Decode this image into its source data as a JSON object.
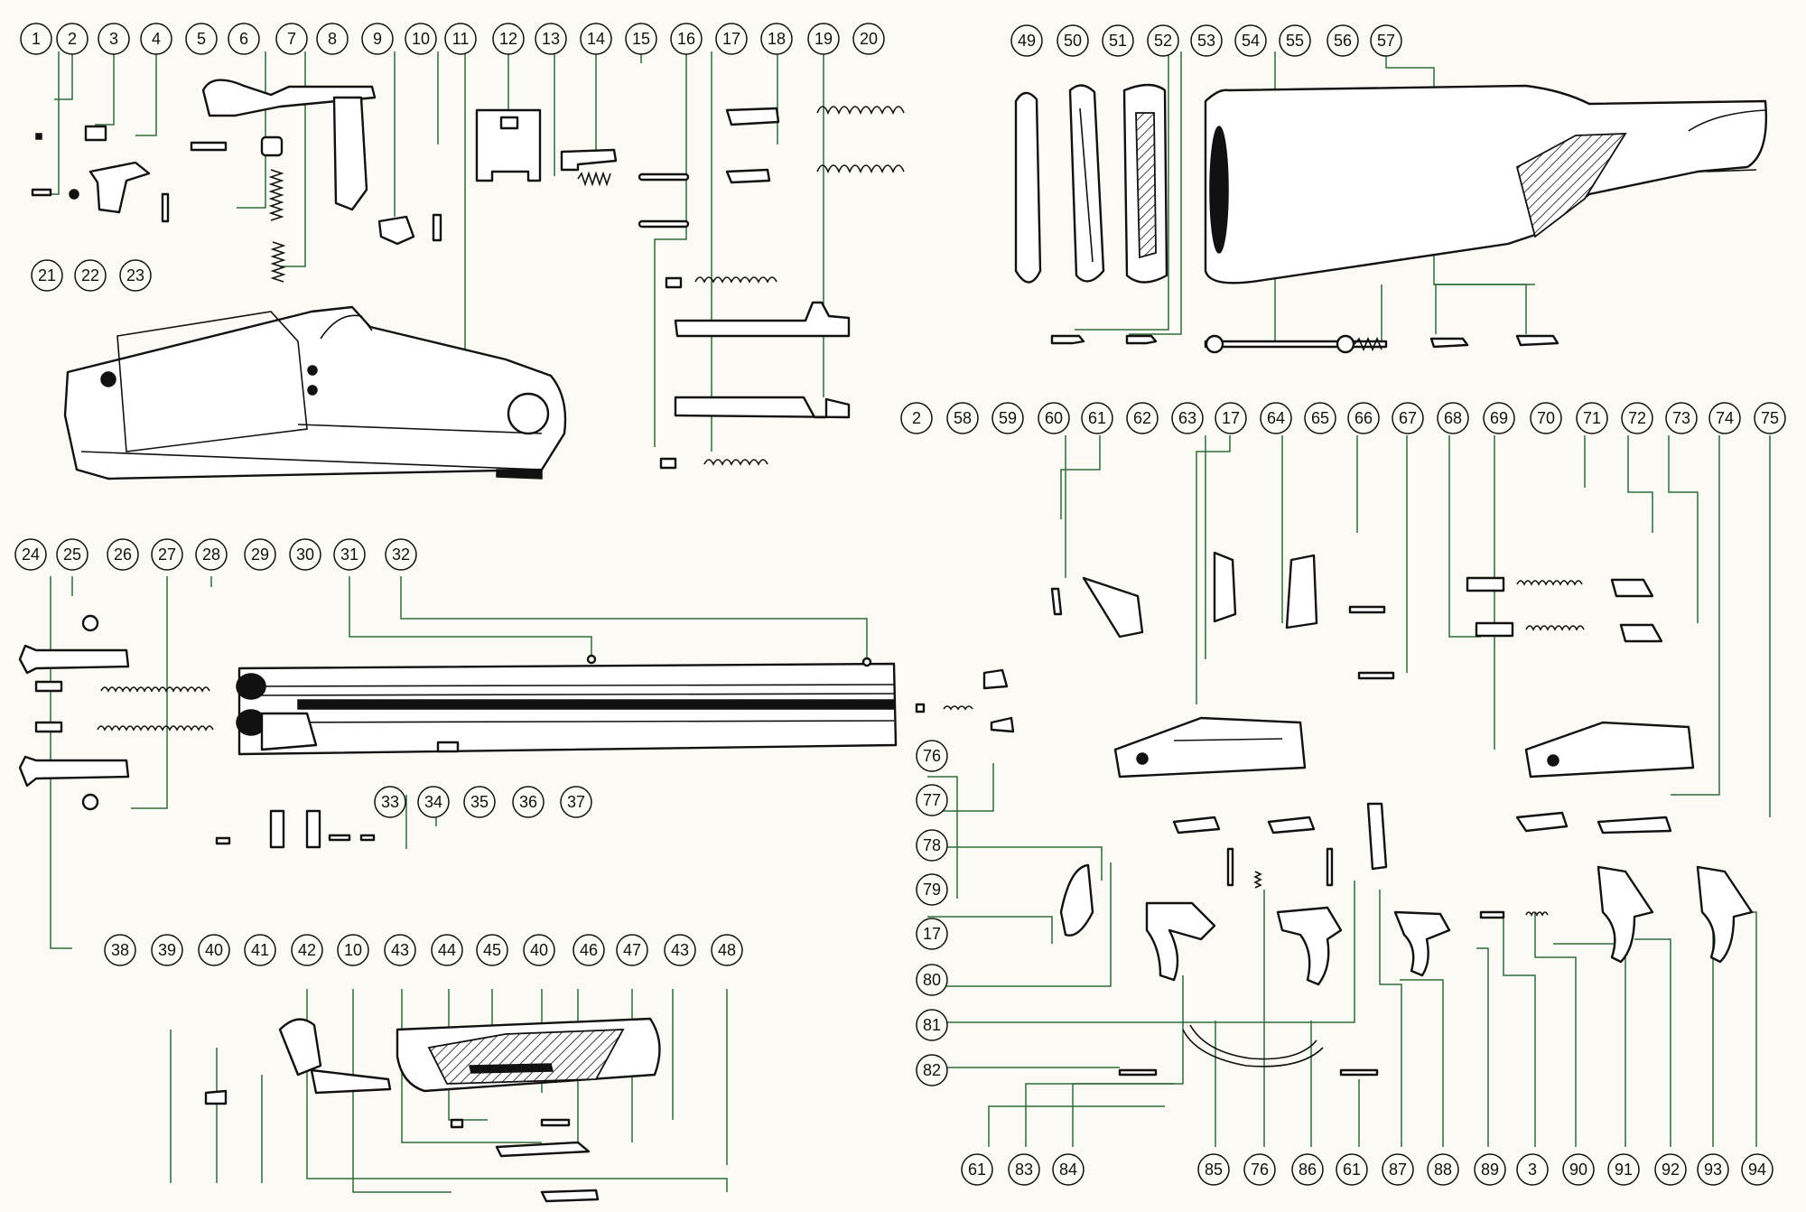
{
  "callouts": {
    "row1": [
      "1",
      "2",
      "3",
      "4",
      "5",
      "6",
      "7",
      "8",
      "9",
      "10",
      "11",
      "12",
      "13",
      "14",
      "15",
      "16",
      "17",
      "18",
      "19",
      "20"
    ],
    "row2": [
      "21",
      "22",
      "23"
    ],
    "stock_row": [
      "49",
      "50",
      "51",
      "52",
      "53",
      "54",
      "55",
      "56",
      "57"
    ],
    "barrel_row": [
      "24",
      "25",
      "26",
      "27",
      "28",
      "29",
      "30",
      "31",
      "32"
    ],
    "barrel_low": [
      "33",
      "34",
      "35",
      "36",
      "37"
    ],
    "fore_label": "38",
    "fore_row": [
      "39",
      "40",
      "41",
      "42",
      "10",
      "43",
      "44",
      "45",
      "40",
      "46",
      "47",
      "43",
      "48"
    ],
    "trigger_row": [
      "2",
      "58",
      "59",
      "60",
      "61",
      "62",
      "63",
      "17",
      "64",
      "65",
      "66",
      "67",
      "68",
      "69",
      "70",
      "71",
      "72",
      "73",
      "74",
      "75"
    ],
    "left_col": [
      "76",
      "77",
      "78",
      "79",
      "17",
      "80",
      "81",
      "82"
    ],
    "bottom_row": [
      "61",
      "83",
      "84",
      "85",
      "76",
      "86",
      "61",
      "87",
      "88",
      "89",
      "3",
      "90",
      "91",
      "92",
      "93",
      "94"
    ]
  },
  "colors": {
    "leader": "#2f6a3a",
    "ink": "#111111",
    "paper": "#fbfaf4"
  }
}
